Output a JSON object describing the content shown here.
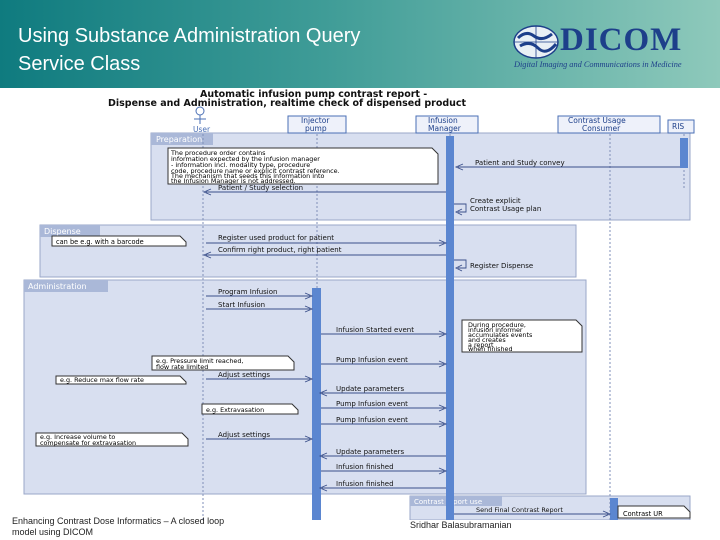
{
  "slide": {
    "title_line1": "Using Substance Administration Query",
    "title_line2": "Service Class",
    "footer_left_line1": "Enhancing Contrast Dose Informatics – A closed loop",
    "footer_left_line2": "model using DICOM",
    "footer_right": "Sridhar Balasubramanian"
  },
  "logo": {
    "word": "DICOM",
    "tagline": "Digital Imaging and Communications in Medicine",
    "color": "#1d3f8a"
  },
  "diagram": {
    "title_line1": "Automatic infusion pump contrast report -",
    "title_line2": "Dispense and Administration, realtime check of dispensed product",
    "actors": {
      "user": "User",
      "injector_1": "Injector",
      "injector_2": "pump",
      "infusion_1": "Infusion",
      "infusion_2": "Manager",
      "consumer_1": "Contrast Usage",
      "consumer_2": "Consumer",
      "rs": "RIS"
    },
    "groups": {
      "preparation": "Preparation",
      "dispense": "Dispense",
      "administration": "Administration",
      "report": "Contrast report use"
    },
    "notes": {
      "prep_1": "The procedure order contains",
      "prep_2": "information expected by the infusion manager",
      "prep_3": "- information incl. modality type, procedure",
      "prep_4": "code, procedure name or explicit contrast reference.",
      "prep_5": "The mechanism that seeds this information into",
      "prep_6": "the Infusion Manager is not addressed.",
      "barcode": "can be e.g. with a barcode",
      "during_1": "During procedure,",
      "during_2": "infusion informer",
      "during_3": "accumulates events",
      "during_4": "and creates",
      "during_5": "a report",
      "during_6": "when finished",
      "pressure_1": "e.g. Pressure limit reached,",
      "pressure_2": "flow rate limited",
      "reduce": "e.g. Reduce max flow rate",
      "extravasation": "e.g. Extravasation",
      "increase_1": "e.g. Increase volume to",
      "increase_2": "compensate for extravasation"
    },
    "messages": {
      "patient_study": "Patient and Study convey",
      "patient_selection": "Patient / Study selection",
      "create_usage_1": "Create explicit",
      "create_usage_2": "Contrast Usage plan",
      "register_product": "Register used product for patient",
      "confirm_product": "Confirm right product, right patient",
      "register_dispense": "Register Dispense",
      "program_infusion": "Program Infusion",
      "start_infusion": "Start Infusion",
      "infusion_started": "Infusion Started event",
      "pump_event_1": "Pump Infusion event",
      "adjust_1": "Adjust settings",
      "update_params_1": "Update parameters",
      "pump_event_2": "Pump Infusion event",
      "pump_event_3": "Pump Infusion event",
      "adjust_2": "Adjust settings",
      "update_params_2": "Update parameters",
      "infusion_finished_1": "Infusion finished",
      "infusion_finished_2": "Infusion finished",
      "send_report": "Send Final Contrast Report",
      "contrast_ur": "Contrast UR"
    }
  }
}
